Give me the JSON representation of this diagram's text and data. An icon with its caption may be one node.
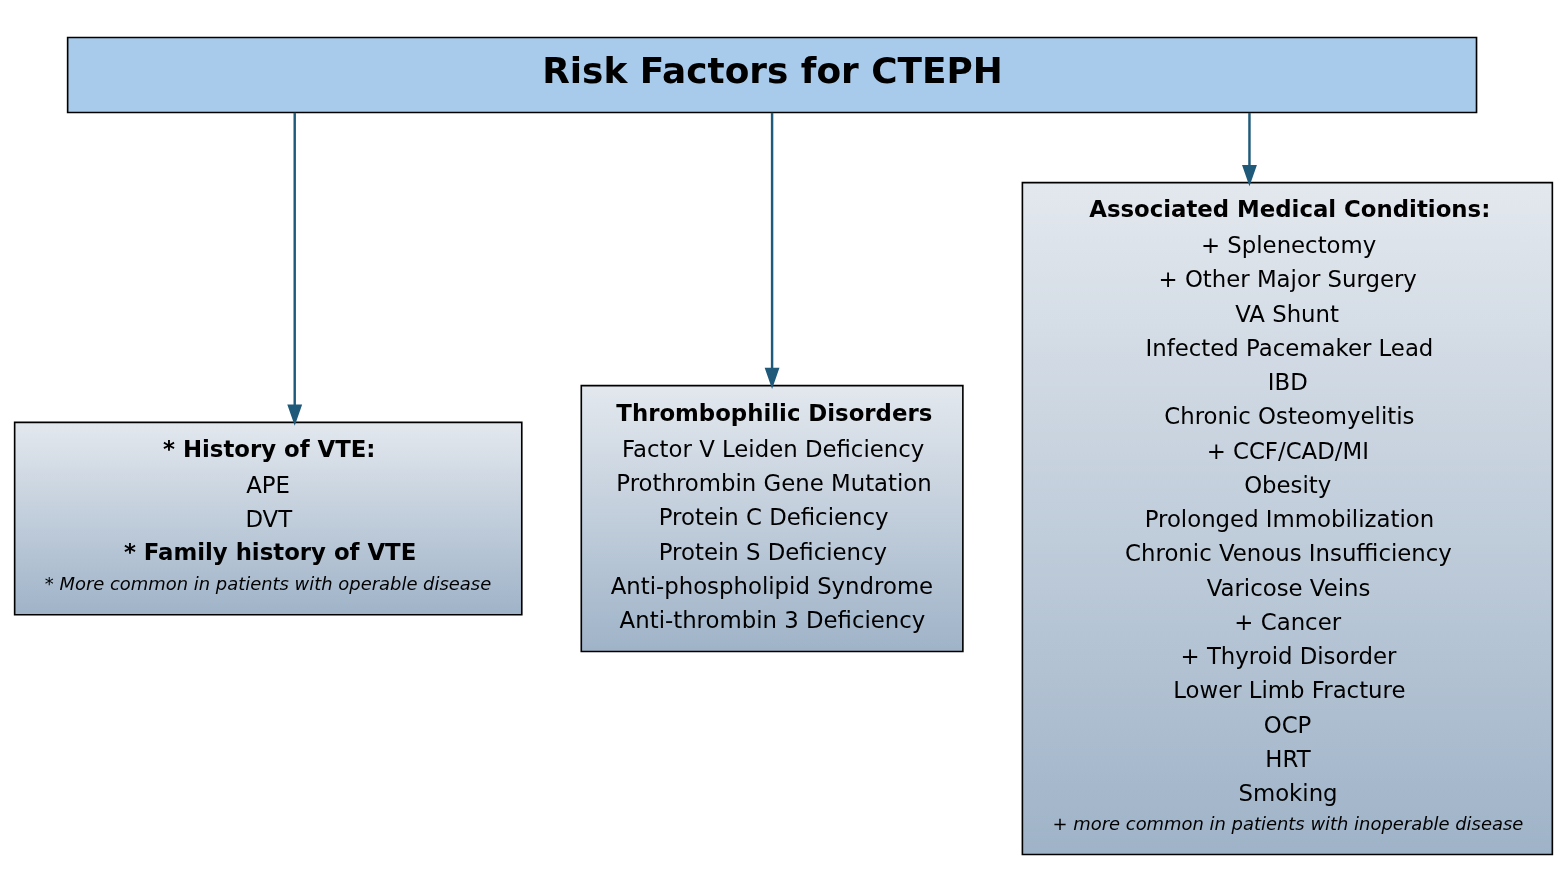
{
  "diagram": {
    "nodes": [
      {
        "text": [
          "Risk Factors for CTEPH"
        ]
      },
      {
        "text": [
          "* History of VTE:",
          "APE",
          "DVT",
          "* Family history of VTE",
          "* More common in patients with operable disease"
        ]
      },
      {
        "text": [
          "Thrombophilic Disorders",
          "Factor V Leiden Deficiency",
          "Prothrombin Gene Mutation",
          "Protein C Deficiency",
          "Protein S Deficiency",
          "Anti-phospholipid Syndrome",
          "Anti-thrombin 3 Deficiency"
        ]
      },
      {
        "text": [
          "Associated Medical Conditions:",
          "+ Splenectomy",
          "+ Other Major Surgery",
          "VA Shunt",
          "Infected Pacemaker Lead",
          "IBD",
          "Chronic Osteomyelitis",
          "+ CCF/CAD/MI",
          "Obesity",
          "Prolonged Immobilization",
          "Chronic Venous Insufficiency",
          "Varicose Veins",
          "+ Cancer",
          "+ Thyroid Disorder",
          "Lower Limb Fracture",
          "OCP",
          "HRT",
          "Smoking",
          "+ more common in patients with inoperable disease"
        ]
      }
    ],
    "edges": [
      {
        "from": 0,
        "to": 1,
        "arrow": "to"
      },
      {
        "from": 0,
        "to": 2,
        "arrow": "to"
      },
      {
        "from": 0,
        "to": 3,
        "arrow": "to"
      }
    ]
  }
}
